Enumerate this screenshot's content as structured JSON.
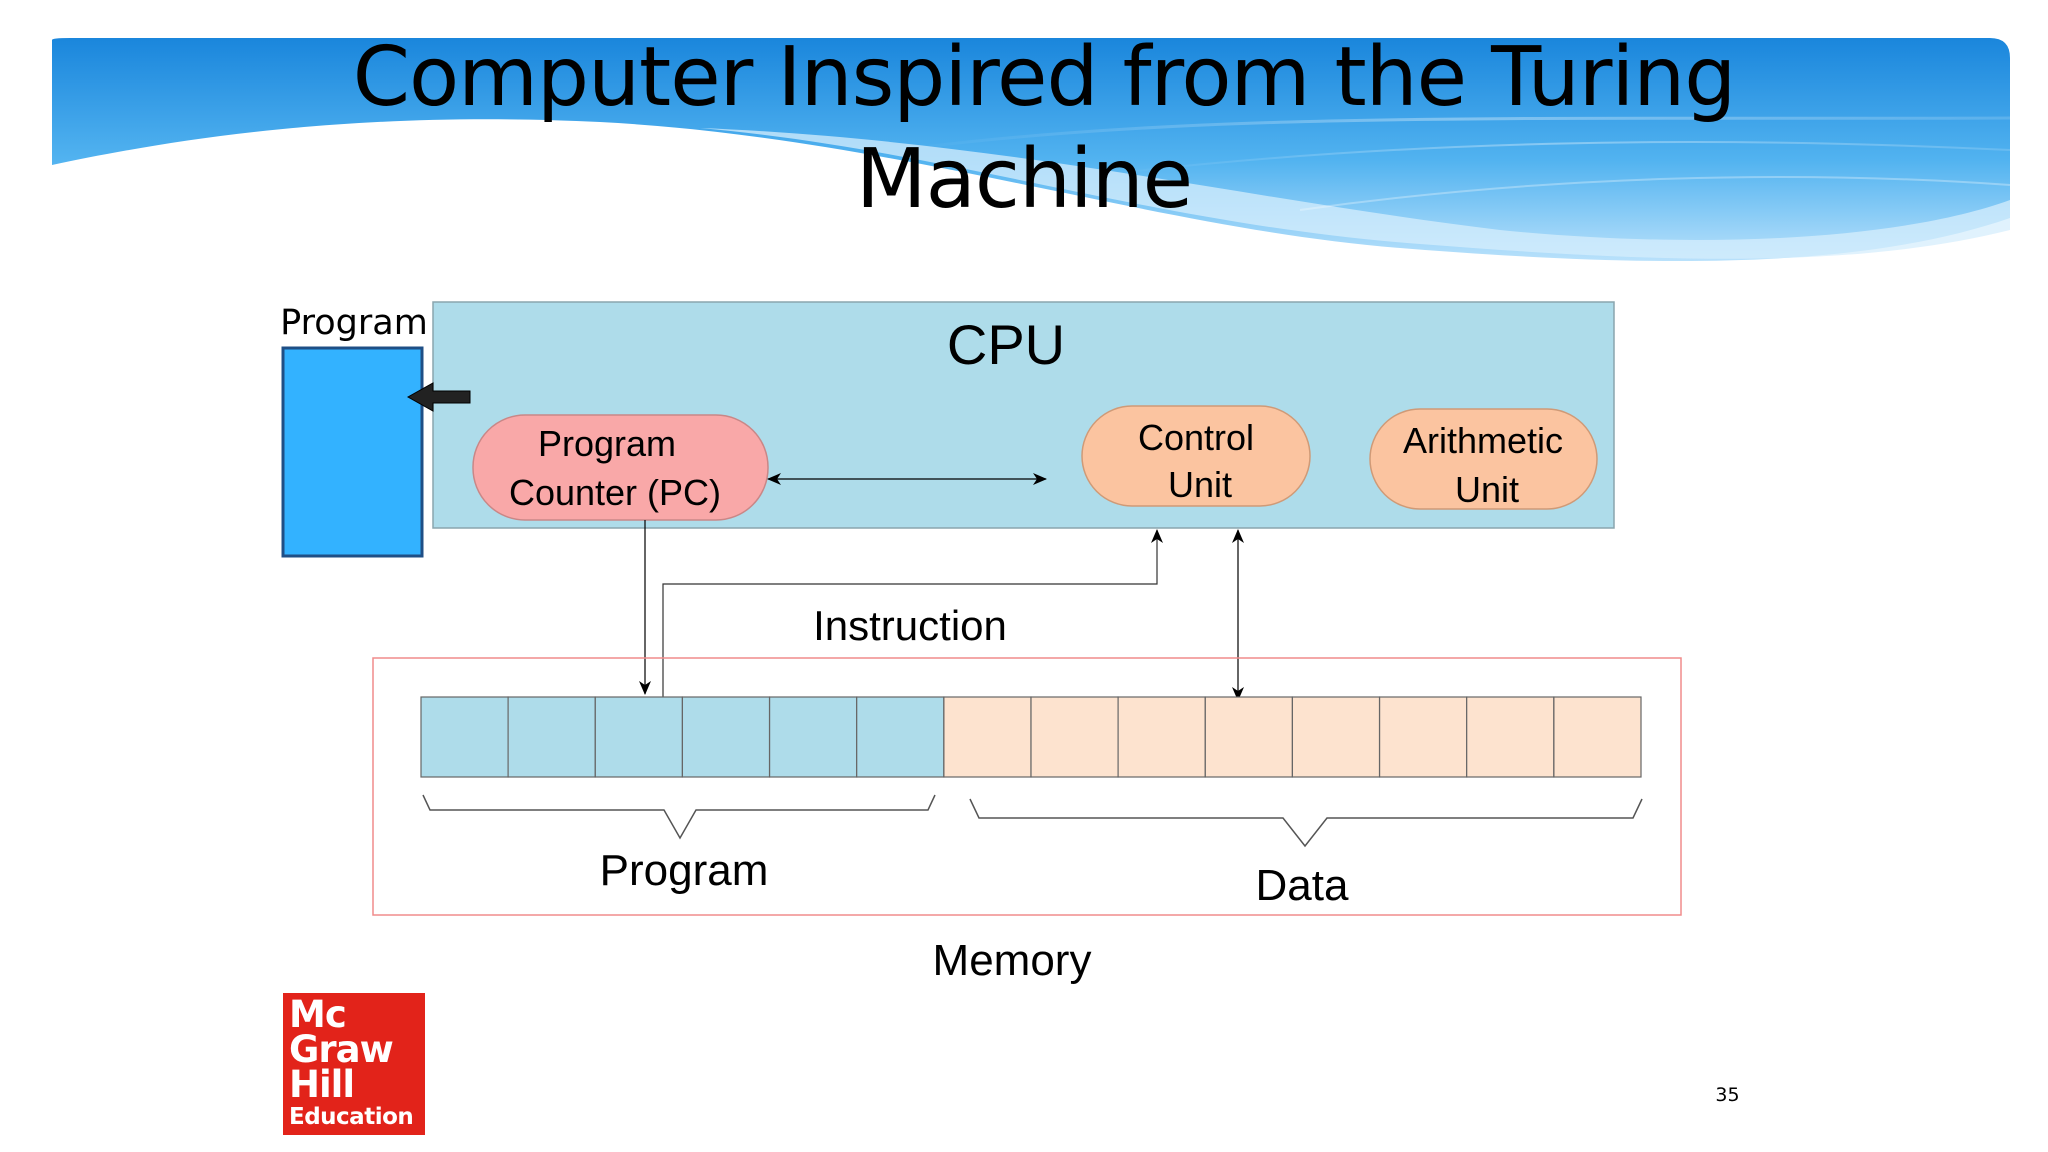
{
  "slide": {
    "title_line1": "Computer Inspired from the Turing",
    "title_line2": "Machine",
    "page_number": "35"
  },
  "diagram": {
    "program_label": "Program",
    "cpu_label": "CPU",
    "program_counter": [
      "Program",
      "Counter (PC)"
    ],
    "control_unit": [
      "Control",
      "Unit"
    ],
    "arithmetic_unit": [
      "Arithmetic",
      "Unit"
    ],
    "instruction_label": "Instruction",
    "memory_program_label": "Program",
    "memory_data_label": "Data",
    "memory_label": "Memory",
    "program_cells": 6,
    "data_cells": 8
  },
  "logo": {
    "lines": [
      "Mc",
      "Graw",
      "Hill"
    ],
    "sub": "Education"
  },
  "colors": {
    "header_blue": "#1e8fe0",
    "cpu_fill": "#aedcea",
    "program_box": "#33b2ff",
    "pc_fill": "#f9a8a8",
    "unit_fill": "#fbc4a0",
    "memory_border": "#f08c8c",
    "program_cell": "#aedcea",
    "data_cell": "#fde3cf",
    "logo_red": "#e2231a"
  }
}
